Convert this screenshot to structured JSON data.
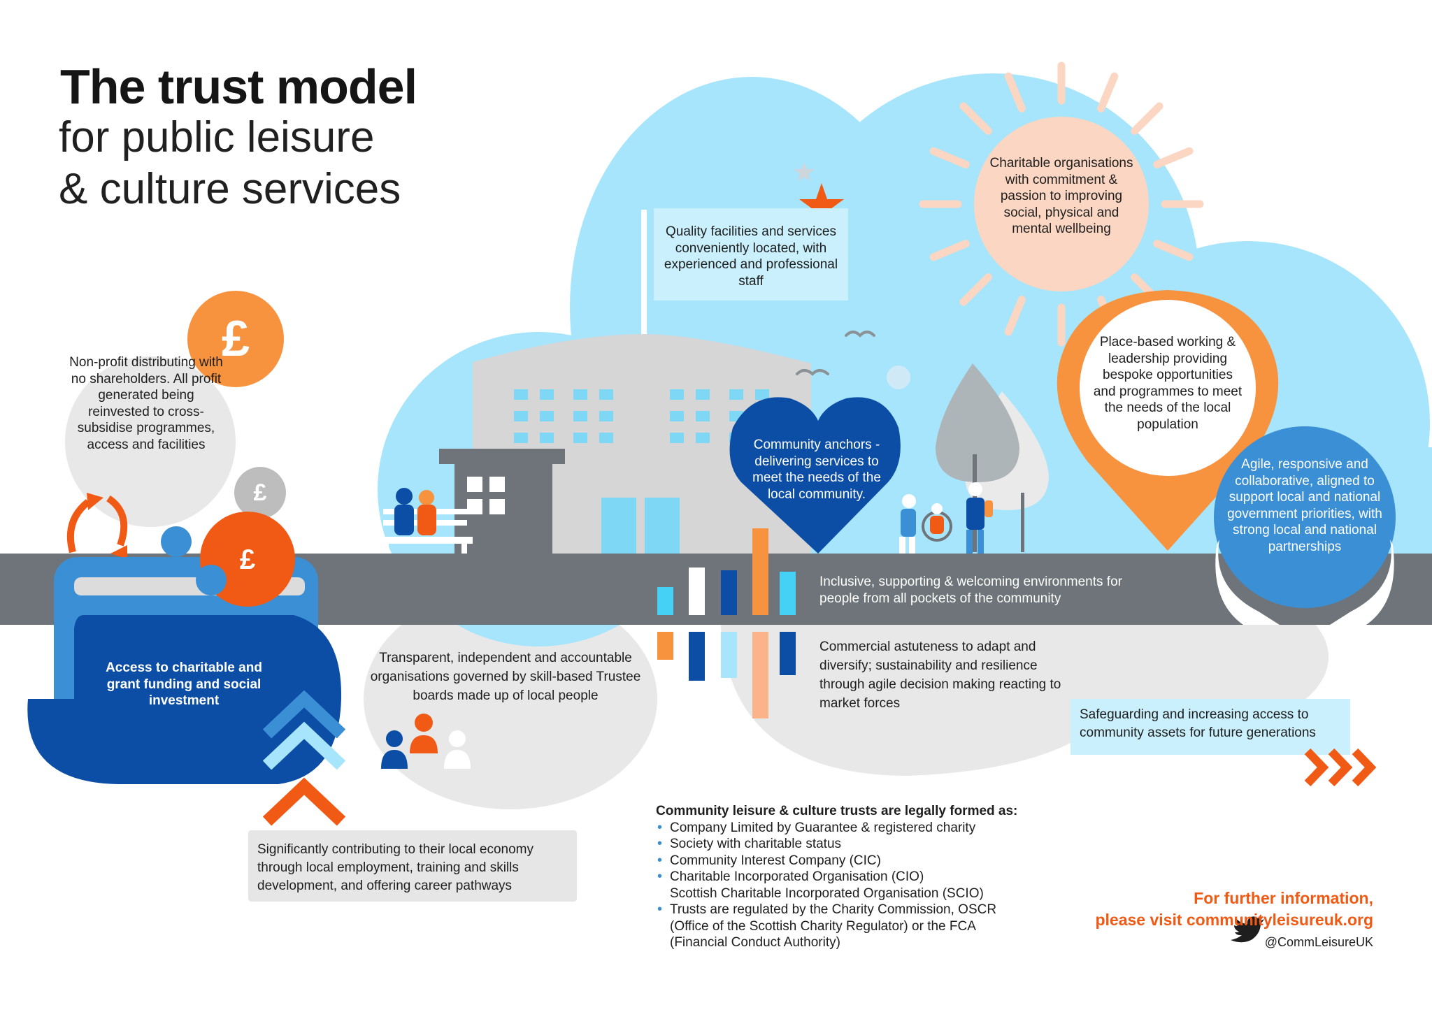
{
  "colors": {
    "orange": "#f05a14",
    "light_orange": "#f7923e",
    "peach": "#fbd6c2",
    "sky": "#a6e5fb",
    "navy": "#0c4ea6",
    "mid_blue": "#3b8fd4",
    "cyan": "#45d0f5",
    "light_grey": "#e6e6e6",
    "road_grey": "#6e7479",
    "building_grey": "#d6d6d6"
  },
  "title": {
    "main": "The trust model",
    "sub_line1": "for public leisure",
    "sub_line2": "& culture services"
  },
  "icons": {
    "currency": "£"
  },
  "texts": {
    "non_profit": "Non-profit distributing with no shareholders. All profit generated being reinvested to cross-subsidise programmes, access and facilities",
    "funding": "Access to charitable and grant funding and social investment",
    "economy": "Significantly contributing to their local economy through local employment, training and skills development, and offering career pathways",
    "transparent": "Transparent, independent and accountable organisations governed by skill-based Trustee boards made up of local people",
    "quality": "Quality facilities and services conveniently located, with experienced and professional staff",
    "anchors": "Community anchors - delivering services to meet the needs of the local community.",
    "charitable": "Charitable organisations with commitment & passion to improving social, physical and mental wellbeing",
    "place": "Place-based working & leadership providing bespoke opportunities and programmes to meet the needs of the local population",
    "agile": "Agile, responsive and collaborative, aligned to support local and national government priorities, with strong local and national partnerships",
    "inclusive": "Inclusive, supporting & welcoming environments for people from all pockets of the community",
    "commercial": "Commercial astuteness to adapt and diversify; sustainability and resilience through agile decision making reacting to market forces",
    "safeguarding": "Safeguarding and increasing access to community assets for future generations"
  },
  "legal": {
    "heading": "Community leisure & culture trusts are legally formed as:",
    "items": [
      "Company Limited by Guarantee & registered charity",
      "Society with charitable status",
      "Community Interest Company (CIC)",
      "Charitable Incorporated Organisation (CIO)",
      "Trusts are regulated by the Charity Commission, OSCR (Office of the Scottish Charity Regulator) or the FCA (Financial Conduct Authority)"
    ],
    "item4_line2": "Scottish Charitable Incorporated Organisation (SCIO)"
  },
  "footer": {
    "further_line1": "For further information,",
    "further_line2": "please visit communityleisureuk.org",
    "twitter": "@CommLeisureUK"
  }
}
